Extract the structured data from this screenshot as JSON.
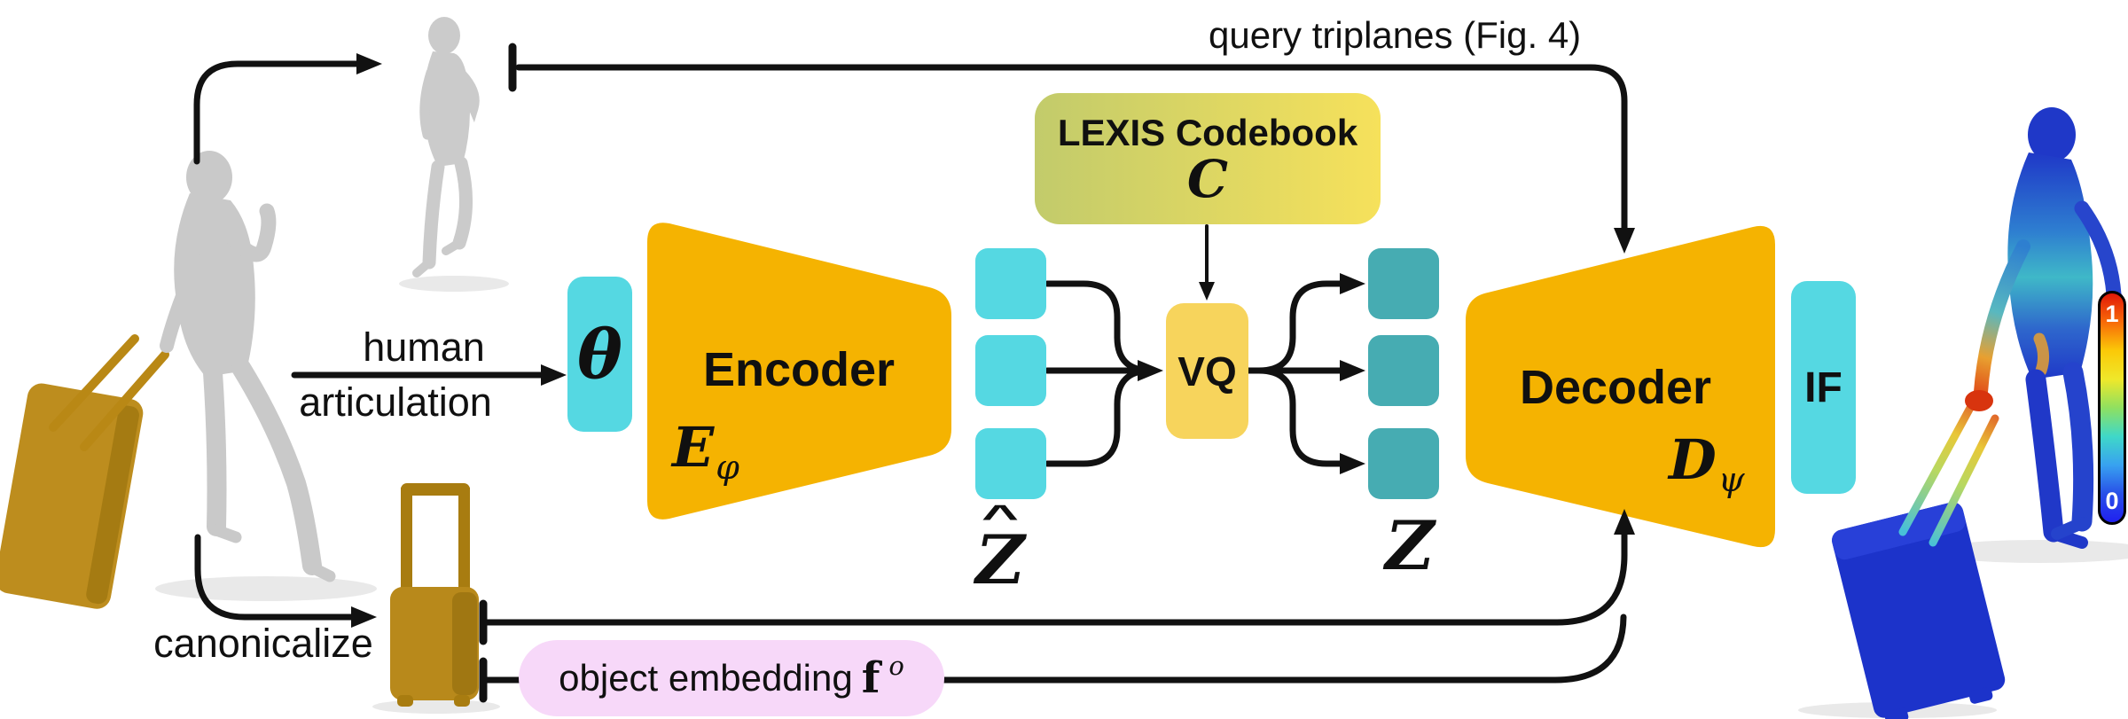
{
  "diagram": {
    "top": {
      "query_triplanes_label": "query triplanes (Fig. 4)"
    },
    "input_branch": {
      "human_word": "human",
      "articulation_word": "articulation",
      "canonicalize_label": "canonicalize",
      "theta_symbol": "θ"
    },
    "encoder": {
      "title": "Encoder",
      "symbol": "E",
      "symbol_subscript": "φ"
    },
    "latents": {
      "z_hat_accent": "^",
      "z_hat_symbol": "Z",
      "z_symbol": "Z"
    },
    "codebook": {
      "title": "LEXIS Codebook",
      "symbol": "C"
    },
    "vq": {
      "label": "VQ"
    },
    "decoder": {
      "title": "Decoder",
      "symbol": "D",
      "symbol_subscript": "ψ"
    },
    "if_block": {
      "label": "IF"
    },
    "object_branch": {
      "label": "object embedding",
      "symbol": "f",
      "symbol_superscript": "o"
    },
    "colorbar": {
      "top_tick": "1",
      "bottom_tick": "0",
      "gradient_top_to_bottom": [
        "#E01808",
        "#F86A08",
        "#FBC908",
        "#EFE82A",
        "#8FE060",
        "#3FD8C8",
        "#38A2F0",
        "#2850E8",
        "#2020F0"
      ]
    }
  },
  "colors": {
    "cyan": "#55D8E2",
    "teal": "#46ACB2",
    "orange": "#F5B301",
    "vq_yellow": "#F7D45C",
    "codebook_gradient_left": "#C2CB6B",
    "codebook_gradient_right": "#F6E15B",
    "pink": "#F7D8F9",
    "line_black": "#111111",
    "figure_gray": "#C9C9C9",
    "object_gold": "#BD8D1E",
    "object_blue": "#1C33CA"
  }
}
